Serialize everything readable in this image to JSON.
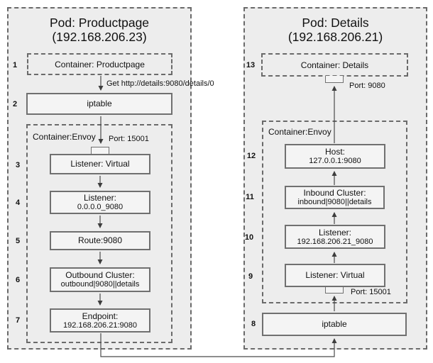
{
  "left_pod": {
    "title": "Pod: Productpage",
    "subtitle": "(192.168.206.23)",
    "container_app": {
      "number": "1",
      "label": "Container: Productpage"
    },
    "request_label": "Get http://details:9080/details/0",
    "iptable": {
      "number": "2",
      "label": "iptable"
    },
    "envoy_label": "Container:Envoy",
    "envoy_port_label": "Port: 15001",
    "boxes": [
      {
        "number": "3",
        "line1": "Listener: Virtual",
        "line2": ""
      },
      {
        "number": "4",
        "line1": "Listener:",
        "line2": "0.0.0.0_9080"
      },
      {
        "number": "5",
        "line1": "Route:9080",
        "line2": ""
      },
      {
        "number": "6",
        "line1": "Outbound Cluster:",
        "line2": "outbound|9080||details"
      },
      {
        "number": "7",
        "line1": "Endpoint:",
        "line2": "192.168.206.21:9080"
      }
    ]
  },
  "right_pod": {
    "title": "Pod: Details",
    "subtitle": "(192.168.206.21)",
    "container_app": {
      "number": "13",
      "label": "Container: Details"
    },
    "app_port_label": "Port: 9080",
    "iptable": {
      "number": "8",
      "label": "iptable"
    },
    "envoy_label": "Container:Envoy",
    "envoy_port_label": "Port: 15001",
    "boxes": [
      {
        "number": "12",
        "line1": "Host:",
        "line2": "127.0.0.1:9080"
      },
      {
        "number": "11",
        "line1": "Inbound Cluster:",
        "line2": "inbound|9080||details"
      },
      {
        "number": "10",
        "line1": "Listener:",
        "line2": "192.168.206.21_9080"
      },
      {
        "number": "9",
        "line1": "Listener: Virtual",
        "line2": ""
      }
    ]
  },
  "colors": {
    "pod_fill": "#ededed",
    "box_fill": "#f4f4f4",
    "border": "#6a6a6a",
    "wire": "#4a4a4a",
    "text": "#111111"
  }
}
